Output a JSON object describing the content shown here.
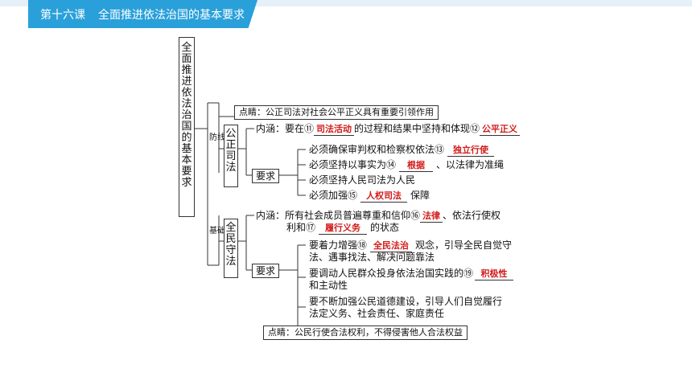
{
  "header": {
    "lesson": "第十六课",
    "title": "全面推进依法治国的基本要求"
  },
  "main": {
    "root": "全面推进依法治国的基本要求",
    "branch1": {
      "label": "防线",
      "node": "公正司法",
      "note": "点睛：公正司法对社会公平正义具有重要引领作用",
      "neihan": {
        "pre": "内涵：要在⑪",
        "a11": "司法活动",
        "mid": "的过程和结果中坚持和体现⑫",
        "a12": "公平正义"
      },
      "req_label": "要求",
      "reqs": [
        {
          "pre": "必须确保审判权和检察权依法⑬",
          "ans": "独立行使",
          "post": ""
        },
        {
          "pre": "必须坚持以事实为⑭",
          "ans": "根据",
          "post": "、以法律为准绳"
        },
        {
          "pre": "必须坚持人民司法为人民",
          "ans": "",
          "post": ""
        },
        {
          "pre": "必须加强⑮",
          "ans": "人权司法",
          "post": "保障"
        }
      ]
    },
    "branch2": {
      "label": "基础",
      "node": "全民守法",
      "neihan": {
        "pre": "内涵：所有社会成员普遍尊重和信仰⑯",
        "a16": "法律",
        "mid": "、依法行使权",
        "line2pre": "利和⑰",
        "a17": "履行义务",
        "line2post": "的状态"
      },
      "req_label": "要求",
      "reqs": [
        {
          "pre": "要着力增强⑱",
          "ans": "全民法治",
          "post": "观念，引导全民自觉守",
          "line2": "法、遇事找法、解决问题靠法"
        },
        {
          "pre": "要调动人民群众投身依法治国实践的⑲",
          "ans": "积极性",
          "post": "",
          "line2": "和主动性"
        },
        {
          "pre": "要不断加强公民道德建设，引导人们自觉履行",
          "ans": "",
          "post": "",
          "line2": "法定义务、社会责任、家庭责任"
        }
      ],
      "note": "点睛：公民行使合法权利，不得侵害他人合法权益"
    }
  }
}
